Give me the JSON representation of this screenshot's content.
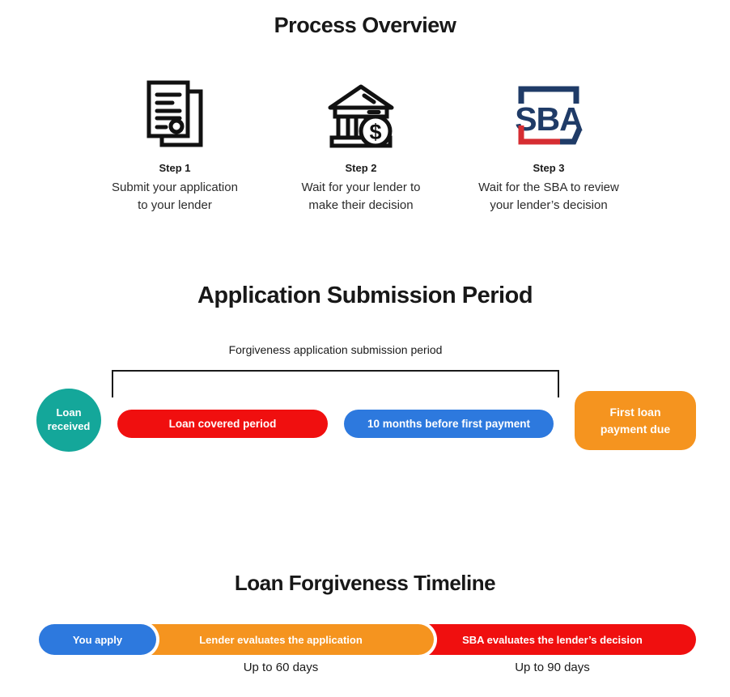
{
  "colors": {
    "teal": "#14a79a",
    "red": "#f00f0f",
    "blue": "#2d79de",
    "orange": "#f5941f",
    "sba_navy": "#1f3b67",
    "sba_red": "#d62d32",
    "text": "#1a1a1a"
  },
  "process_overview": {
    "title": "Process Overview",
    "steps": [
      {
        "label": "Step 1",
        "icon": "document-icon",
        "description": "Submit your application\nto your lender"
      },
      {
        "label": "Step 2",
        "icon": "bank-icon",
        "description": "Wait for your lender to\nmake their decision"
      },
      {
        "label": "Step 3",
        "icon": "sba-logo-icon",
        "description": "Wait for the SBA to review\nyour lender’s decision"
      }
    ],
    "sba_logo_text": "SBA",
    "bank_dollar_sign": "$"
  },
  "submission_period": {
    "title": "Application Submission Period",
    "bracket_label": "Forgiveness application submission period",
    "start_node_label": "Loan\nreceived",
    "covered_period_label": "Loan covered period",
    "ten_months_label": "10 months before first payment",
    "end_node_label": "First loan\npayment due"
  },
  "loan_timeline": {
    "title": "Loan Forgiveness Timeline",
    "segments": [
      {
        "label": "You apply",
        "duration": ""
      },
      {
        "label": "Lender evaluates the application",
        "duration": "Up to 60 days"
      },
      {
        "label": "SBA evaluates the lender’s decision",
        "duration": "Up to 90 days"
      }
    ]
  }
}
